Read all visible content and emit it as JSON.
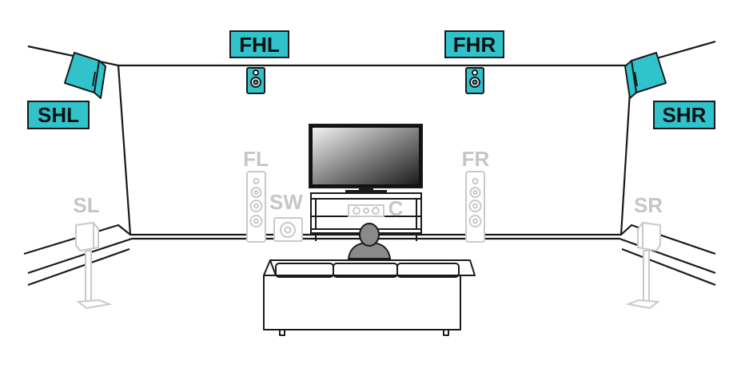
{
  "colors": {
    "highlight": "#30c3cc",
    "dimmed": "#c9c9c9",
    "line": "#1a1a1a",
    "tv_screen_dark": "#1c1c1c"
  },
  "labels": {
    "fhl": "FHL",
    "fhr": "FHR",
    "shl": "SHL",
    "shr": "SHR",
    "fl": "FL",
    "fr": "FR",
    "sw": "SW",
    "c": "C",
    "sl": "SL",
    "sr": "SR"
  }
}
